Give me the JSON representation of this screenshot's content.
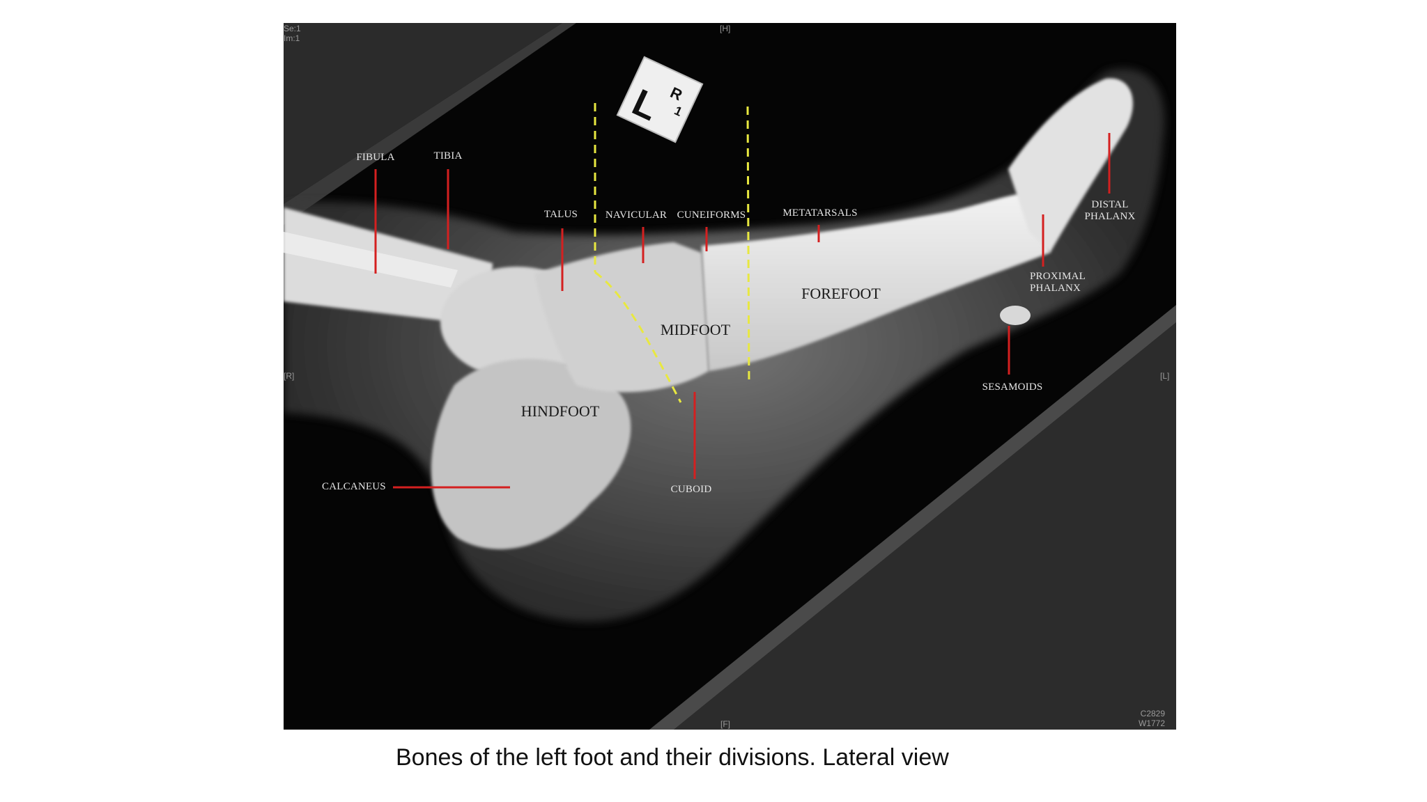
{
  "caption": "Bones of the left foot and their divisions. Lateral view",
  "colors": {
    "pointer_line": "#d42020",
    "division_line": "#e8e840",
    "background": "#050505"
  },
  "marker": {
    "letter_top": "R",
    "number": "1",
    "letter_big": "L"
  },
  "labels": {
    "fibula": "FIBULA",
    "tibia": "TIBIA",
    "talus": "TALUS",
    "navicular": "NAVICULAR",
    "cuneiforms": "CUNEIFORMS",
    "metatarsals": "METATARSALS",
    "distal_phalanx": "DISTAL\nPHALANX",
    "proximal_phalanx": "PROXIMAL\nPHALANX",
    "sesamoids": "SESAMOIDS",
    "calcaneus": "CALCANEUS",
    "cuboid": "CUBOID"
  },
  "regions": {
    "hindfoot": "HINDFOOT",
    "midfoot": "MIDFOOT",
    "forefoot": "FOREFOOT"
  },
  "overlay": {
    "top_left": "Se:1\nIm:1",
    "top_center": "[H]",
    "left": "[R]",
    "right": "[L]",
    "bottom_center": "[F]",
    "bottom_right": "C2829\nW1772"
  }
}
